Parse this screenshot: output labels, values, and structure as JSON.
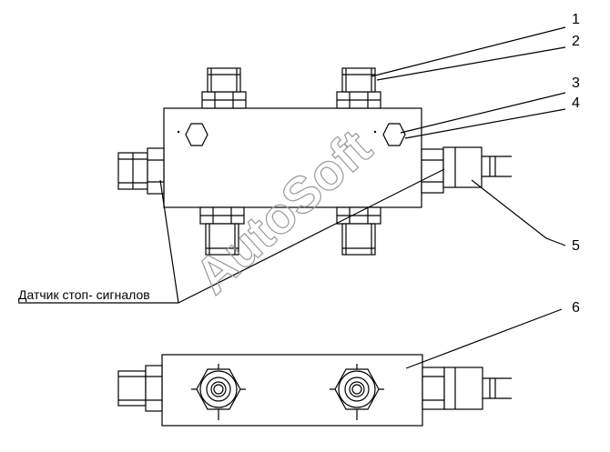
{
  "callouts": [
    "1",
    "2",
    "3",
    "4",
    "5",
    "6"
  ],
  "sensor_label": "Датчик стоп- сигналов",
  "watermark": "AutoSoft",
  "colors": {
    "line": "#000000",
    "watermark": "#9a9a9a",
    "background": "#ffffff"
  }
}
